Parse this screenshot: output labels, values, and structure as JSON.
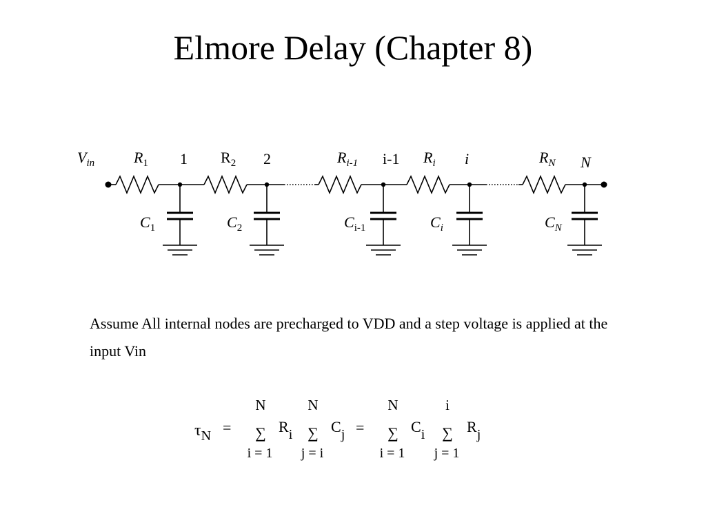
{
  "title": "Elmore Delay (Chapter 8)",
  "circuit": {
    "input_label": {
      "main": "V",
      "sub": "in"
    },
    "resistors": [
      {
        "main": "R",
        "sub": "1"
      },
      {
        "main": "R",
        "sub": "2"
      },
      {
        "main": "R",
        "sub": "i-1"
      },
      {
        "main": "R",
        "sub": "i"
      },
      {
        "main": "R",
        "sub": "N"
      }
    ],
    "nodes": [
      "1",
      "2",
      "i-1",
      "i",
      "N"
    ],
    "capacitors": [
      {
        "main": "C",
        "sub": "1"
      },
      {
        "main": "C",
        "sub": "2"
      },
      {
        "main": "C",
        "sub": "i-1"
      },
      {
        "main": "C",
        "sub": "i"
      },
      {
        "main": "C",
        "sub": "N"
      }
    ]
  },
  "description": "Assume All internal nodes are precharged to VDD and a step voltage is applied at the input Vin",
  "formula": {
    "lhs": {
      "main": "τ",
      "sub": "N"
    },
    "equals": "=",
    "sum_symbol": "∑",
    "term1": {
      "outer": {
        "upper": "N",
        "lower": "i = 1"
      },
      "factor_a": {
        "main": "R",
        "sub": "i"
      },
      "inner": {
        "upper": "N",
        "lower": "j = i"
      },
      "factor_b": {
        "main": "C",
        "sub": "j"
      }
    },
    "term2": {
      "outer": {
        "upper": "N",
        "lower": "i = 1"
      },
      "factor_a": {
        "main": "C",
        "sub": "i"
      },
      "inner": {
        "upper": "i",
        "lower": "j = 1"
      },
      "factor_b": {
        "main": "R",
        "sub": "j"
      }
    }
  }
}
